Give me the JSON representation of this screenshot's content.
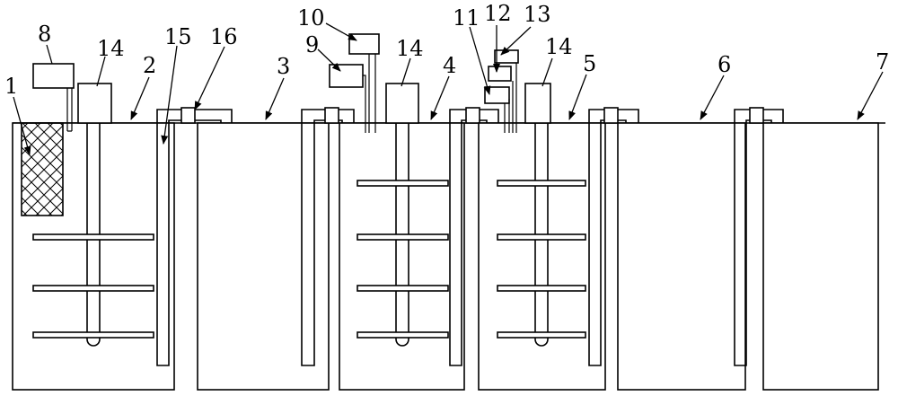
{
  "labels": {
    "l1": "1",
    "l2": "2",
    "l3": "3",
    "l4": "4",
    "l5": "5",
    "l6": "6",
    "l7": "7",
    "l8": "8",
    "l9": "9",
    "l10": "10",
    "l11": "11",
    "l12": "12",
    "l13": "13",
    "l14a": "14",
    "l14b": "14",
    "l14c": "14",
    "l15": "15",
    "l16": "16"
  }
}
